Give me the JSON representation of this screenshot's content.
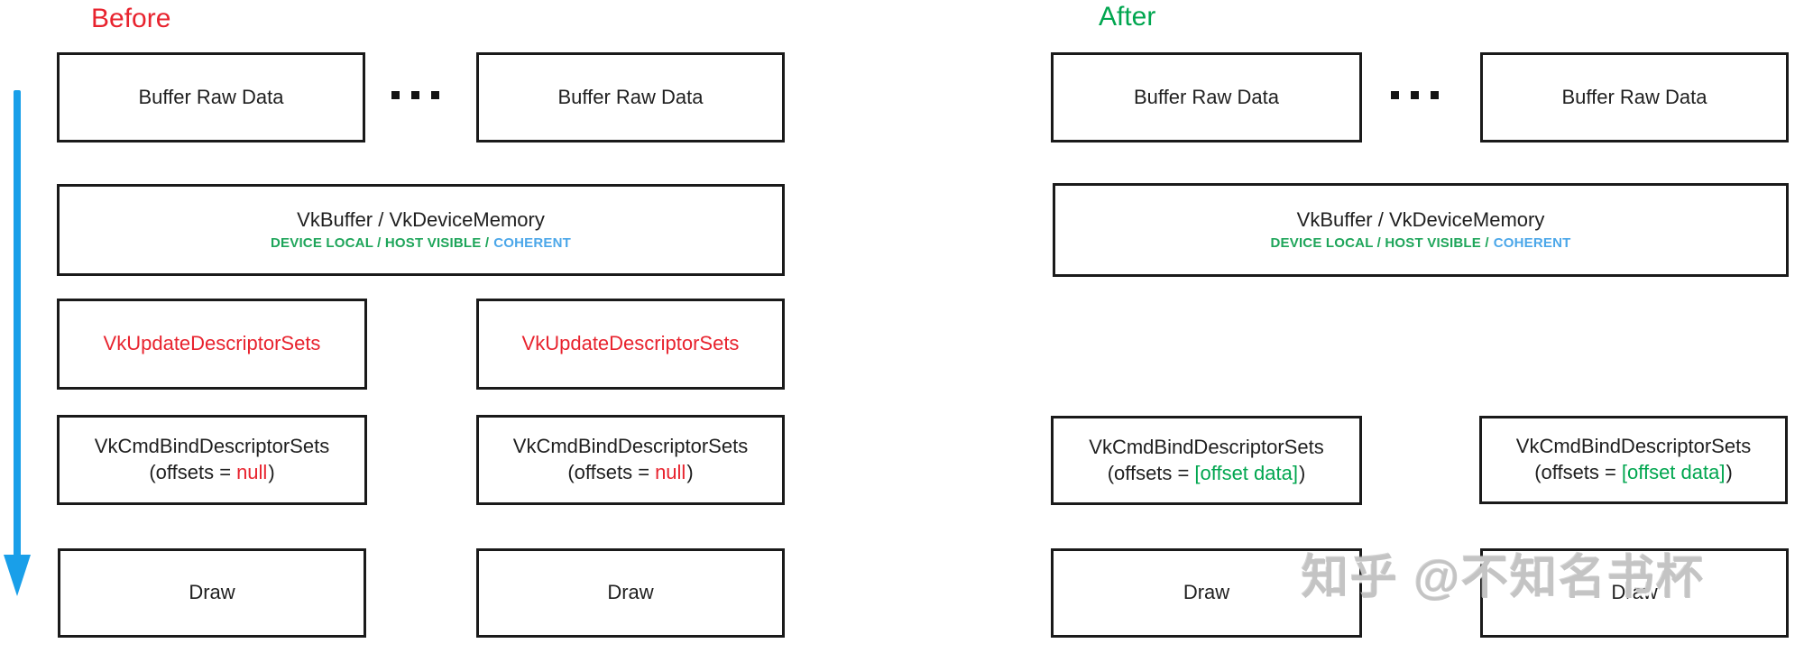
{
  "before": {
    "title": "Before",
    "buffer_label": "Buffer Raw Data",
    "ellipsis": "...",
    "memory": {
      "title": "VkBuffer / VkDeviceMemory",
      "flags_green": "DEVICE LOCAL / HOST VISIBLE /",
      "flags_blue": "COHERENT"
    },
    "update_label": "VkUpdateDescriptorSets",
    "bind_title": "VkCmdBindDescriptorSets",
    "bind_prefix": "(offsets =",
    "bind_value": "null",
    "bind_suffix": ")",
    "draw_label": "Draw"
  },
  "after": {
    "title": "After",
    "buffer_label": "Buffer Raw Data",
    "ellipsis": "...",
    "memory": {
      "title": "VkBuffer / VkDeviceMemory",
      "flags_green": "DEVICE LOCAL / HOST VISIBLE /",
      "flags_blue": "COHERENT"
    },
    "bind_title": "VkCmdBindDescriptorSets",
    "bind_prefix": "(offsets =",
    "bind_value": "[offset data]",
    "bind_suffix": ")",
    "draw_label": "Draw"
  },
  "watermark": "知乎 @不知名书杯",
  "colors": {
    "before_title_red": "#e8232e",
    "after_title_green": "#00a64f",
    "flags_green": "#1ea55a",
    "flags_blue": "#4ba7e9",
    "arrow_blue": "#199fe9",
    "watermark_gray": "#c4c4c4",
    "box_border": "#1a1a1a"
  }
}
